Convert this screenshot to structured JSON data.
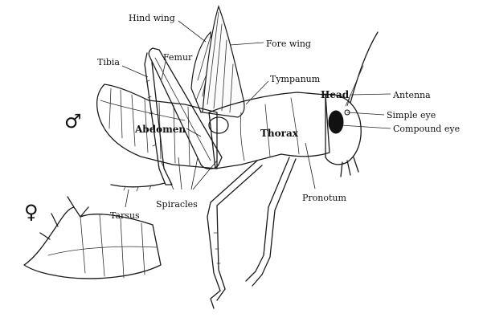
{
  "labels": {
    "hind_wing": "Hind wing",
    "fore_wing": "Fore wing",
    "femur": "Femur",
    "tibia": "Tibia",
    "tympanum": "Tympanum",
    "head": "Head",
    "antenna": "Antenna",
    "simple_eye": "Simple eye",
    "compound_eye": "Compound eye",
    "abdomen": "Abdomen",
    "thorax": "Thorax",
    "spiracles": "Spiracles",
    "pronotum": "Pronotum",
    "tarsus": "Tarsus"
  },
  "symbols": {
    "male": "♂",
    "female": "♀"
  }
}
